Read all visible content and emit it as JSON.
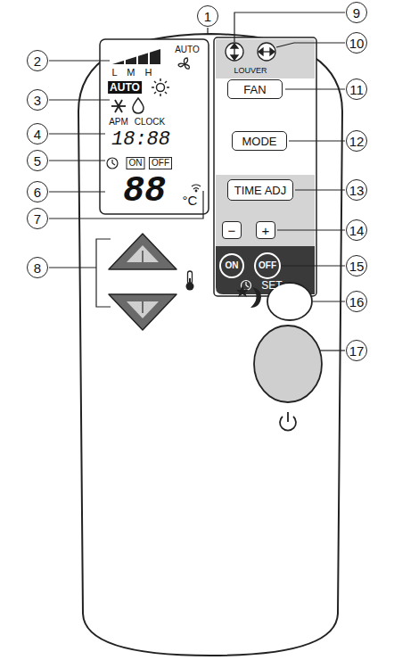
{
  "diagram": {
    "nodes": [
      {
        "text": [
          "FAN"
        ]
      },
      {
        "text": [
          "MODE"
        ]
      },
      {
        "text": [
          "TIME ADJ"
        ]
      },
      {
        "text": [
          "−"
        ]
      },
      {
        "text": [
          "+"
        ]
      },
      {
        "text": [
          "ON"
        ]
      },
      {
        "text": [
          "OFF"
        ]
      }
    ],
    "labels": [
      "1",
      "2",
      "3",
      "4",
      "5",
      "6",
      "7",
      "8",
      "9",
      "10",
      "11",
      "12",
      "13",
      "14",
      "15",
      "16",
      "17",
      "AUTO",
      "L M H",
      "AUTO",
      "APM",
      "CLOCK",
      "18:88",
      "ON",
      "OFF",
      "88",
      "°C",
      "LOUVER",
      "SET"
    ]
  }
}
